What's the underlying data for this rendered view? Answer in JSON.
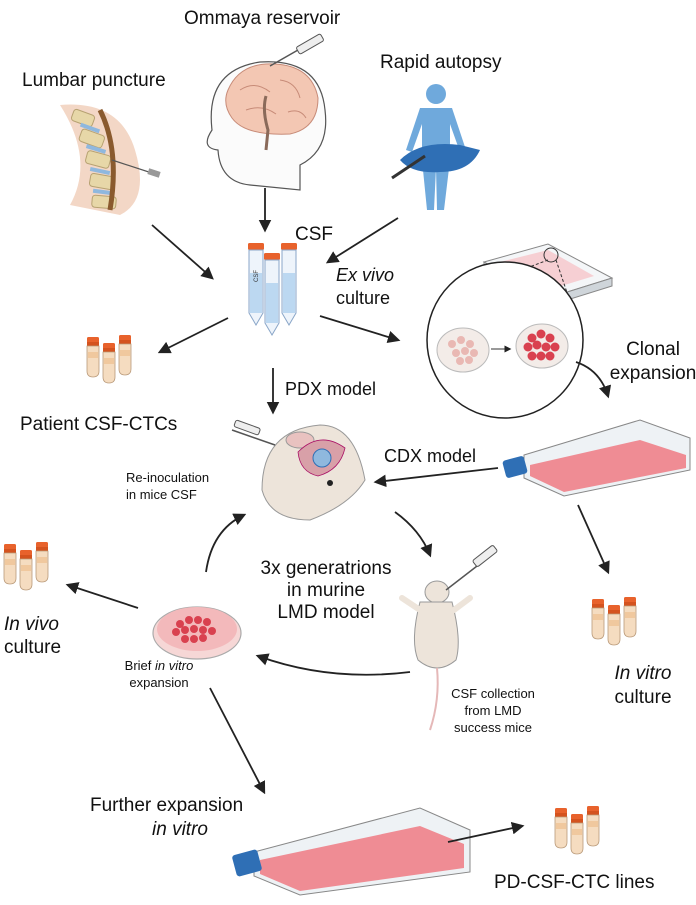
{
  "sources": {
    "ommaya": "Ommaya reservoir",
    "lumbar": "Lumbar puncture",
    "autopsy": "Rapid autopsy"
  },
  "csf": {
    "label": "CSF",
    "tube_label": "CSF"
  },
  "ex_vivo": {
    "italic": "Ex vivo",
    "rest": "culture"
  },
  "clonal": {
    "line1": "Clonal",
    "line2": "expansion"
  },
  "patient_ctcs": "Patient CSF-CTCs",
  "pdx_model": "PDX model",
  "cdx_model": "CDX model",
  "reinoculation": {
    "line1": "Re-inoculation",
    "line2": "in mice CSF"
  },
  "generations": {
    "line1": "3x generatrions",
    "line2": "in murine",
    "line3": "LMD model"
  },
  "in_vivo": {
    "italic": "In vivo",
    "rest": "culture"
  },
  "brief": {
    "prefix": "Brief ",
    "italic": "in vitro",
    "line2": "expansion"
  },
  "in_vitro": {
    "italic": "In vitro",
    "rest": "culture"
  },
  "csf_collection": {
    "line1": "CSF collection",
    "line2": "from LMD",
    "line3": "success mice"
  },
  "further": {
    "line1": "Further expansion",
    "line2_italic": "in vitro"
  },
  "pd_lines": "PD-CSF-CTC lines",
  "colors": {
    "cap": "#e8622c",
    "tube_fill": "#f2d2b0",
    "cell": "#d9414f",
    "flask_liquid": "#ef7a82",
    "body_blue": "#6fa9dc",
    "mouse": "#e9dfd6",
    "arrow": "#222222"
  }
}
